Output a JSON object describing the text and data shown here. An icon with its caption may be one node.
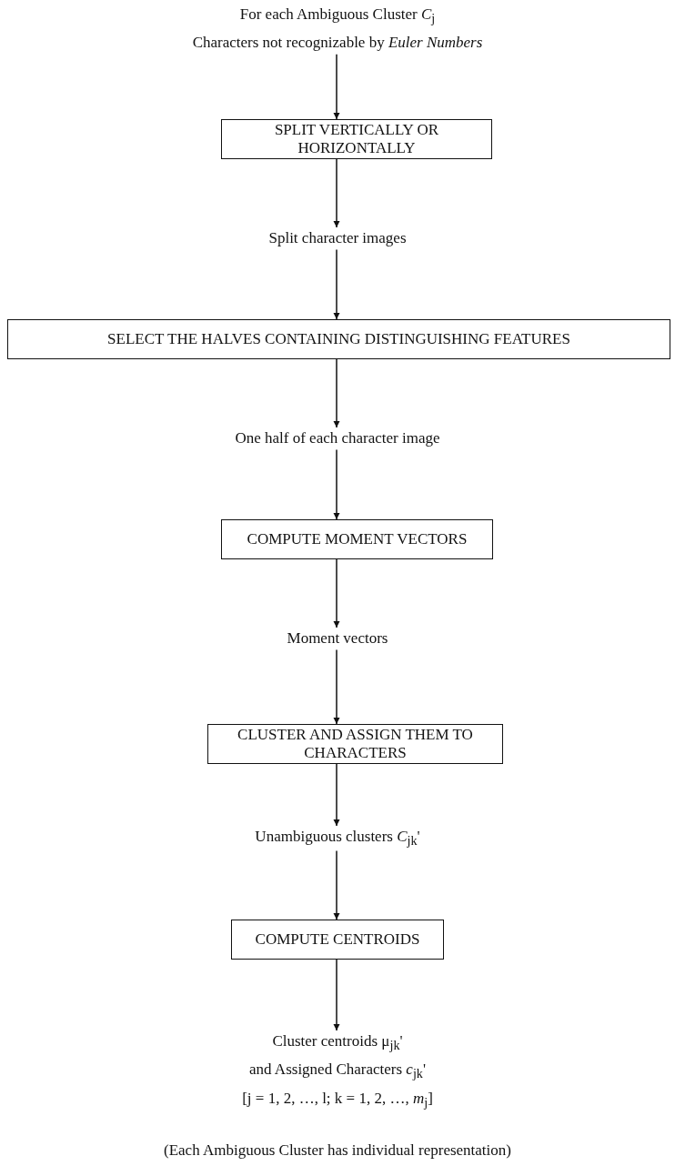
{
  "diagram": {
    "nodes": [
      {
        "text": [
          "For each Ambiguous Cluster *C*$_{j}$",
          "Characters not recognizable by *Euler Numbers*"
        ]
      },
      {
        "text": [
          "SPLIT VERTICALLY OR HORIZONTALLY"
        ]
      },
      {
        "text": [
          "Split character images"
        ]
      },
      {
        "text": [
          "SELECT THE HALVES CONTAINING DISTINGUISHING FEATURES"
        ]
      },
      {
        "text": [
          "One half of each character image"
        ]
      },
      {
        "text": [
          "COMPUTE MOMENT VECTORS"
        ]
      },
      {
        "text": [
          "Moment vectors"
        ]
      },
      {
        "text": [
          "CLUSTER AND ASSIGN THEM TO CHARACTERS"
        ]
      },
      {
        "text": [
          "Unambiguous clusters *C*$_{jk}$'"
        ]
      },
      {
        "text": [
          "COMPUTE CENTROIDS"
        ]
      },
      {
        "text": [
          "Cluster centroids μ$_{jk}$'",
          "and Assigned Characters *c*$_{jk}$'",
          "[j = 1, 2, …, l;  k = 1, 2, …, *m*$_{j}$]"
        ]
      }
    ],
    "edges": [
      {
        "from": 0,
        "to": 1,
        "arrow": "to"
      },
      {
        "from": 1,
        "to": 2,
        "arrow": "to"
      },
      {
        "from": 2,
        "to": 3,
        "arrow": "to"
      },
      {
        "from": 3,
        "to": 4,
        "arrow": "to"
      },
      {
        "from": 4,
        "to": 5,
        "arrow": "to"
      },
      {
        "from": 5,
        "to": 6,
        "arrow": "to"
      },
      {
        "from": 6,
        "to": 7,
        "arrow": "to"
      },
      {
        "from": 7,
        "to": 8,
        "arrow": "to"
      },
      {
        "from": 8,
        "to": 9,
        "arrow": "to"
      },
      {
        "from": 9,
        "to": 10,
        "arrow": "to"
      }
    ],
    "labels": [
      "(Each Ambiguous Cluster has individual representation)"
    ]
  }
}
